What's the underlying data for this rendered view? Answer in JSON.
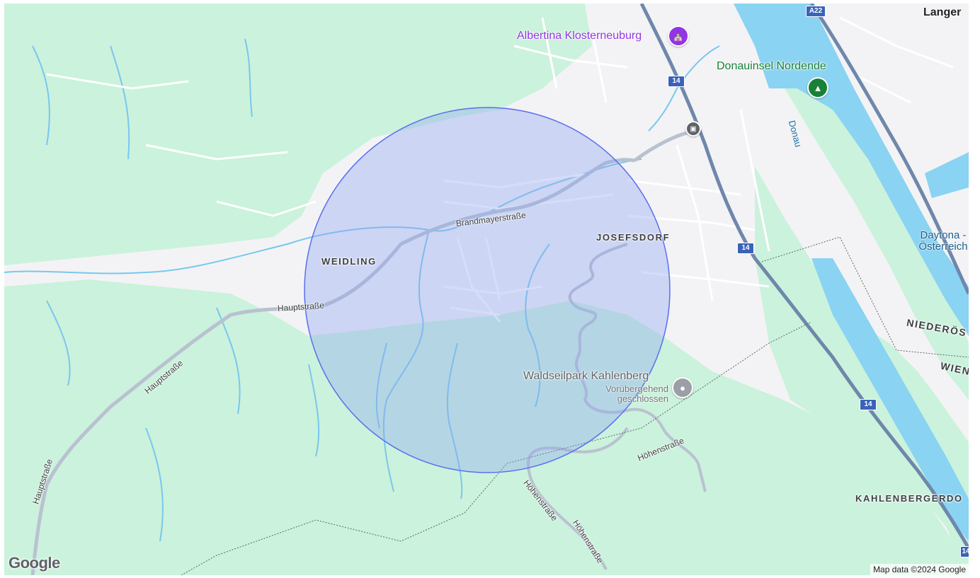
{
  "map": {
    "districts": [
      "WEIDLING",
      "JOSEFSDORF",
      "KAHLENBERGERDO"
    ],
    "streets": [
      "Brandmayerstraße",
      "Hauptstraße",
      "Hauptstraße",
      "Hauptstraße",
      "Höhenstraße",
      "Höhenstraße",
      "Höhenstraße"
    ],
    "pois": {
      "albertina": {
        "name": "Albertina Klosterneuburg",
        "icon": "museum-icon",
        "color": "#9334e6"
      },
      "donauinsel": {
        "name": "Donauinsel Nordende",
        "icon": "tree-icon",
        "color": "#188038"
      },
      "waldseilpark": {
        "name": "Waldseilpark Kahlenberg",
        "status": "Vorübergehend geschlossen",
        "icon": "pin-icon",
        "color": "#9aa0a6"
      }
    },
    "water": {
      "river": "Donau"
    },
    "places": {
      "langen": "Langer",
      "daytona": "Daytona - Österreich"
    },
    "regions": [
      "NIEDERÖS",
      "WIEN"
    ],
    "highways": [
      "A22",
      "14",
      "14",
      "14",
      "14"
    ],
    "transit_icon": "train-icon",
    "overlay": {
      "type": "circle",
      "fill": "#8fa6f0",
      "stroke": "#5a6ef0"
    },
    "colors": {
      "park": "#cbf2dc",
      "land": "#f3f3f5",
      "water": "#8ad3f2",
      "road": "#b9c1d0",
      "highway": "#6f87ab"
    }
  },
  "branding": {
    "logo": "Google",
    "attribution": "Map data ©2024 Google"
  }
}
